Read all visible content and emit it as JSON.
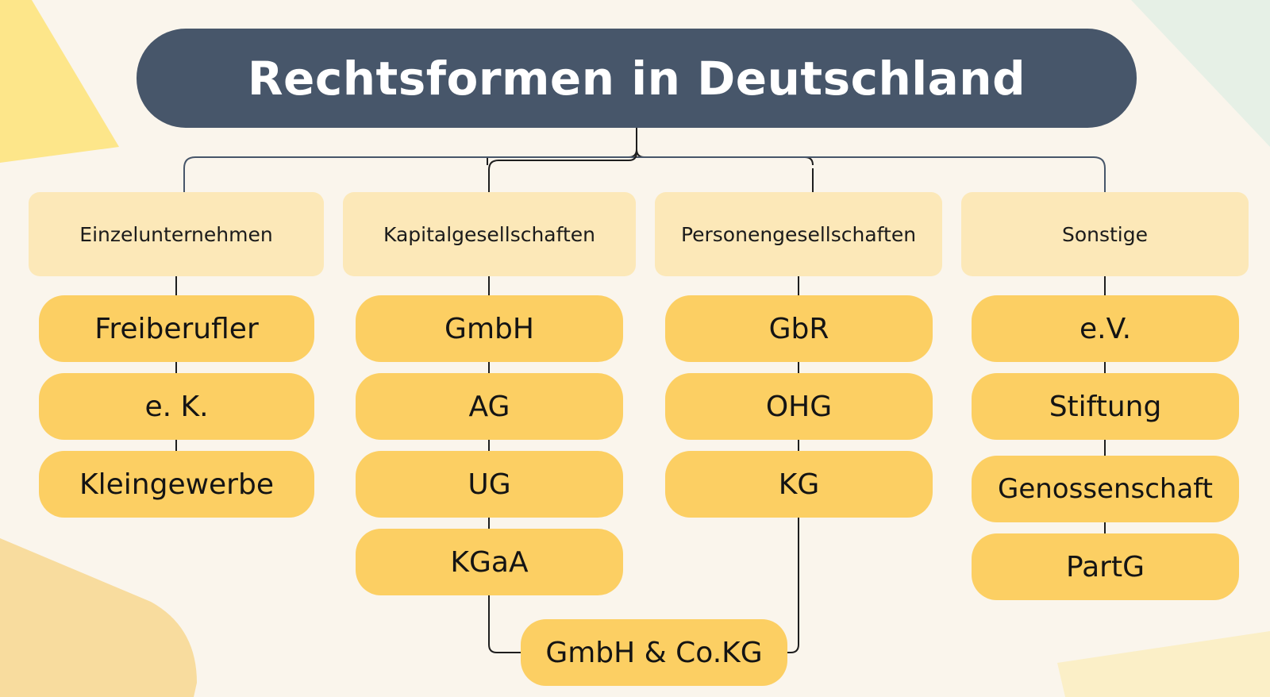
{
  "title": "Rechtsformen in Deutschland",
  "categories": [
    {
      "label": "Einzelunternehmen",
      "items": [
        "Freiberufler",
        "e. K.",
        "Kleingewerbe"
      ]
    },
    {
      "label": "Kapitalgesellschaften",
      "items": [
        "GmbH",
        "AG",
        "UG",
        "KGaA"
      ]
    },
    {
      "label": "Personengesellschaften",
      "items": [
        "GbR",
        "OHG",
        "KG"
      ]
    },
    {
      "label": "Sonstige",
      "items": [
        "e.V.",
        "Stiftung",
        "Genossenschaft",
        "PartG"
      ]
    }
  ],
  "bridge": {
    "label": "GmbH & Co.KG"
  },
  "colors": {
    "background": "#faf5ec",
    "title_bg": "#47566a",
    "category_bg": "#fce8b8",
    "pill_bg": "#fccf63",
    "connector": "#1e1e1e"
  }
}
